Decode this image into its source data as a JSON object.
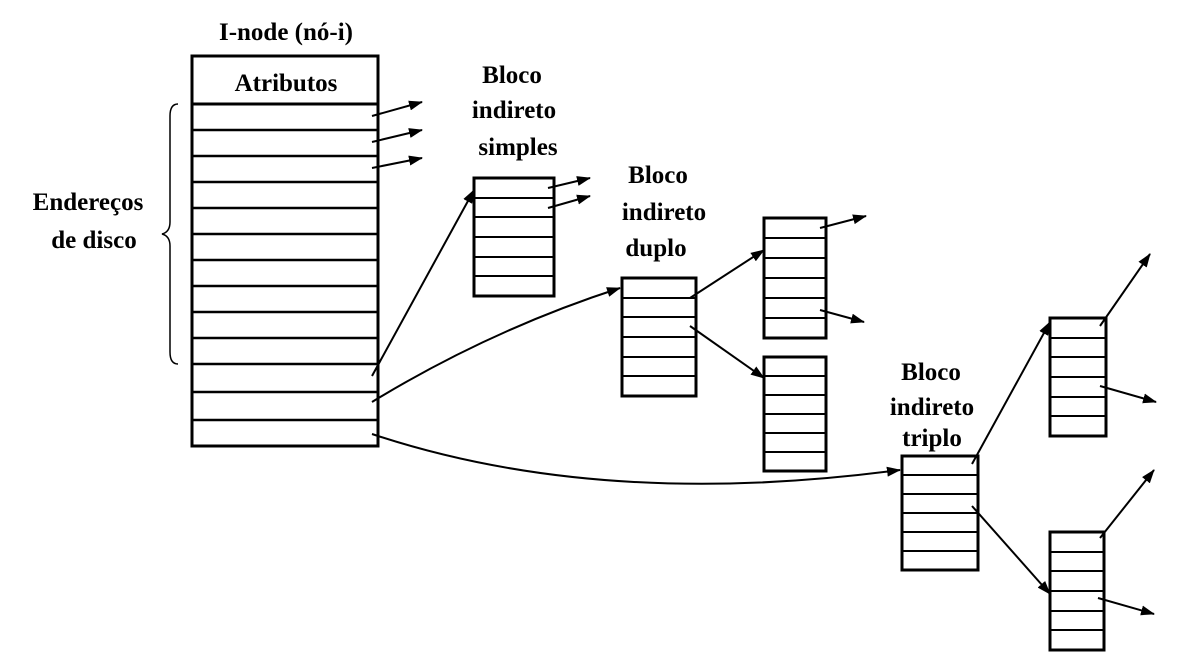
{
  "title": "I-node (nó-i)",
  "inode": {
    "attributes_label": "Atributos",
    "address_label_line1": "Endereços",
    "address_label_line2": "de disco"
  },
  "single_indirect": {
    "line1": "Bloco",
    "line2": "indireto",
    "line3": "simples"
  },
  "double_indirect": {
    "line1": "Bloco",
    "line2": "indireto",
    "line3": "duplo"
  },
  "triple_indirect": {
    "line1": "Bloco",
    "line2": "indireto",
    "line3": "triplo"
  },
  "colors": {
    "line": "#000000",
    "background": "#ffffff"
  }
}
